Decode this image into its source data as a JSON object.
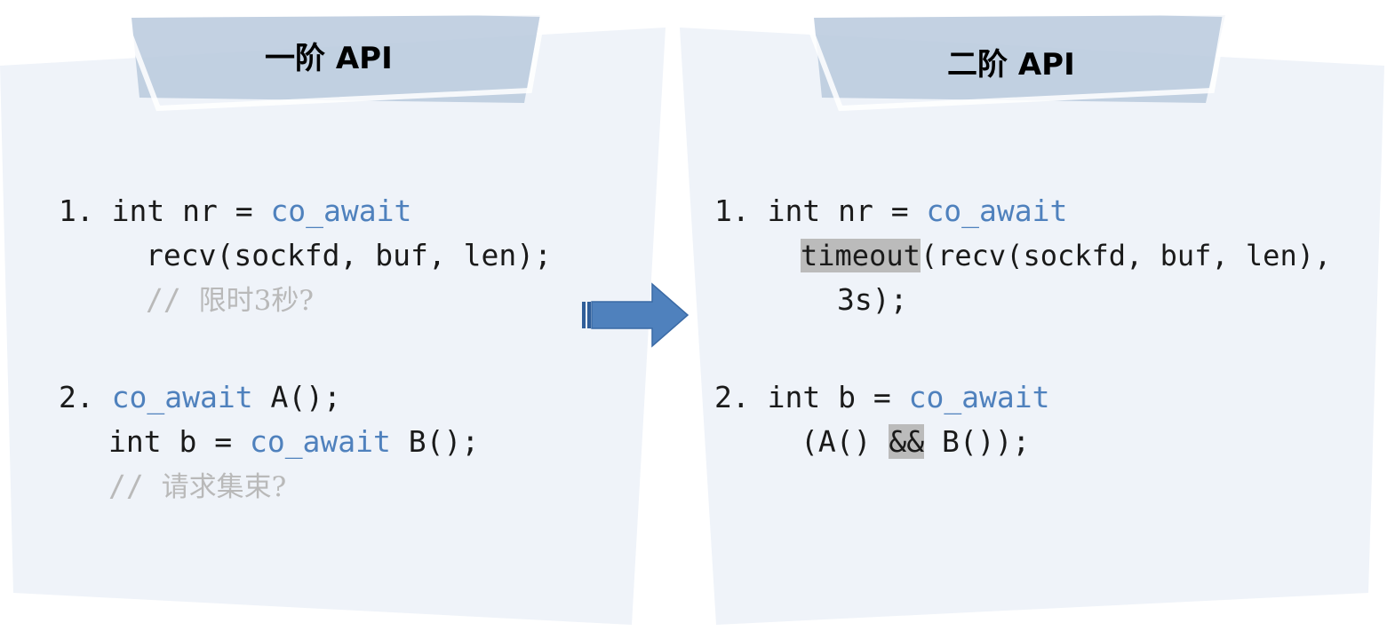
{
  "left_panel": {
    "title": "一阶 API",
    "items": [
      {
        "number": "1.",
        "lines": [
          {
            "pre": "int nr = ",
            "kw": "co_await"
          },
          {
            "code": "recv(sockfd, buf, len);"
          },
          {
            "comment_prefix": "// ",
            "comment_text": "限时3秒?"
          }
        ]
      },
      {
        "number": "2.",
        "lines": [
          {
            "kw": "co_await",
            "post": " A();"
          },
          {
            "pre": "int b = ",
            "kw": "co_await",
            "post": " B();"
          },
          {
            "comment_prefix": "// ",
            "comment_text": "请求集束?"
          }
        ]
      }
    ]
  },
  "right_panel": {
    "title": "二阶 API",
    "items": [
      {
        "number": "1.",
        "lines": [
          {
            "pre": "int nr = ",
            "kw": "co_await"
          },
          {
            "highlight": "timeout",
            "post": "(recv(sockfd, buf, len),"
          },
          {
            "code": "3s);"
          }
        ]
      },
      {
        "number": "2.",
        "lines": [
          {
            "pre": "int b = ",
            "kw": "co_await"
          },
          {
            "pre": "(A() ",
            "highlight": "&&",
            "post": " B());"
          }
        ]
      }
    ]
  },
  "colors": {
    "panel_bg": "#eff3f9",
    "banner_fill": "#b8c9dd",
    "keyword": "#4f81bd",
    "comment": "#b9b9b9",
    "highlight": "#bbbbbb",
    "arrow": "#4f81bd"
  },
  "arrow_icon": "right-arrow-icon"
}
